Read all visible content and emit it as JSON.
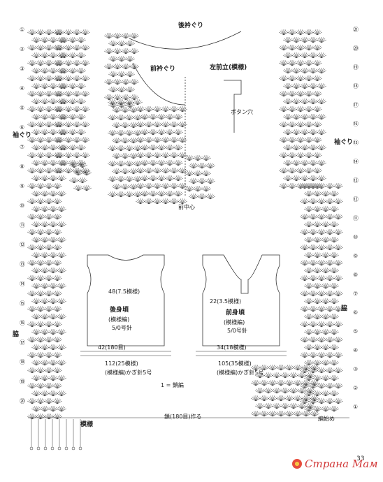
{
  "labels": {
    "back_neck": "後衿ぐり",
    "front_neck": "前衿ぐり",
    "armhole_left": "袖ぐり",
    "armhole_right": "袖ぐり",
    "side_left": "脇",
    "side_right": "脇",
    "placket": "左前立(模様)",
    "center_front": "前中心",
    "bottom_band": "模様",
    "back_panel_title": "後身頃",
    "back_panel_pattern": "(模様編)",
    "back_panel_hook": "5/0号針",
    "front_panel_title": "前身頃",
    "front_panel_pattern": "(模様編)",
    "front_panel_hook": "5/0号針",
    "band_left": "(模様編)かぎ針5号",
    "band_right": "(模様編)かぎ針5号",
    "symbol_note": "1 = 鎖編",
    "back_width": "48(7.5模様)",
    "front_width": "22(3.5模様)",
    "back_hem": "42(180目)",
    "front_hem": "34(18模様)",
    "back_total": "112(25模様)",
    "front_total": "105(35模様)",
    "bottom_chain": "鎖(180目)作る",
    "start_note": "編始め",
    "button_note": "ボタン穴",
    "page_number": "33"
  },
  "row_markers_left": [
    "①",
    "②",
    "③",
    "④",
    "⑤",
    "⑥",
    "⑦",
    "⑧",
    "⑨",
    "⑩",
    "⑪",
    "⑫",
    "⑬",
    "⑭",
    "⑮",
    "⑯",
    "⑰",
    "⑱",
    "⑲",
    "⑳"
  ],
  "row_markers_right": [
    "㉑",
    "⑳",
    "⑲",
    "⑱",
    "⑰",
    "⑯",
    "⑮",
    "⑭",
    "⑬",
    "⑫",
    "⑪",
    "⑩",
    "⑨",
    "⑧",
    "⑦",
    "⑥",
    "⑤",
    "④",
    "③",
    "②",
    "①"
  ],
  "watermark": "Страна Мам",
  "colors": {
    "line": "#333333",
    "watermark": "#d23a3a"
  }
}
